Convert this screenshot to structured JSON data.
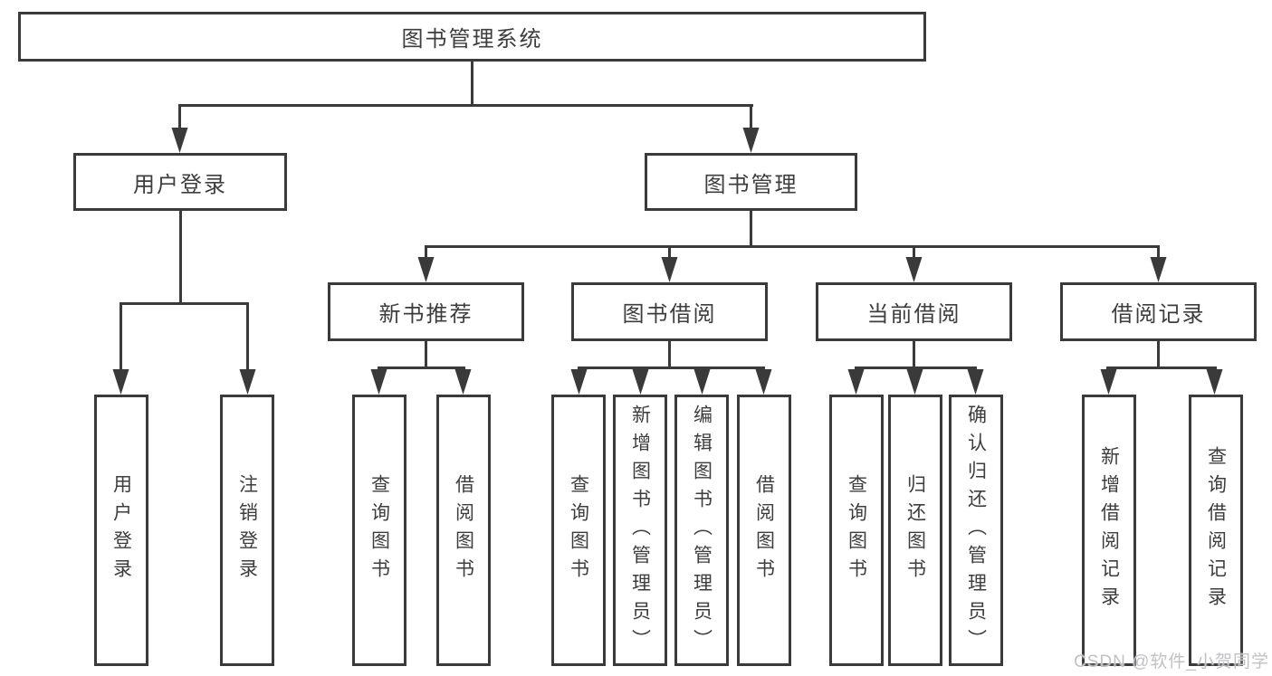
{
  "diagram": {
    "tree": {
      "root": "图书管理系统",
      "children": [
        {
          "label": "用户登录",
          "children": [
            "用户登录",
            "注销登录"
          ]
        },
        {
          "label": "图书管理",
          "children": [
            {
              "label": "新书推荐",
              "children": [
                "查询图书",
                "借阅图书"
              ]
            },
            {
              "label": "图书借阅",
              "children": [
                "查询图书",
                "新增图书（管理员）",
                "编辑图书（管理员）",
                "借阅图书"
              ]
            },
            {
              "label": "当前借阅",
              "children": [
                "查询图书",
                "归还图书",
                "确认归还（管理员）"
              ]
            },
            {
              "label": "借阅记录",
              "children": [
                "新增借阅记录",
                "查询借阅记录"
              ]
            }
          ]
        }
      ]
    },
    "colors": {
      "line": "#3a3a3a",
      "text": "#3d3d3d",
      "box_background": "#ffffff",
      "page_background": "#ffffff"
    }
  },
  "watermark": {
    "text": "CSDN @软件_小贺同学",
    "color": "#c1c1c5"
  }
}
